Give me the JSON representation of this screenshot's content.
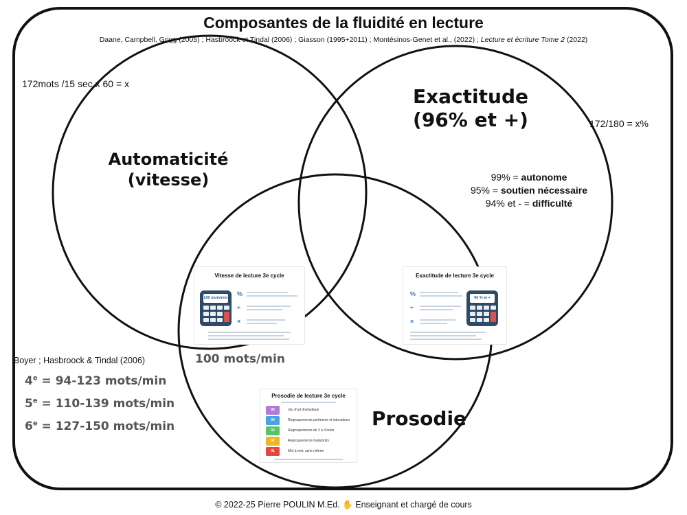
{
  "title": "Composantes de la fluidité en lecture",
  "references": "Daane, Campbell, Grigg (2005) ; Hasbroock et Tindal (2006) ; Giasson (1995+2011) ; Montésinos-Genet et al., (2022) ;",
  "references_book": "Lecture et écriture Tome 2",
  "references_year": " (2022)",
  "formula_speed": "172mots /15 sec x 60 = x",
  "formula_accuracy": "172/180 = x%",
  "circles": {
    "speed_line1": "Automaticité",
    "speed_line2": "(vitesse)",
    "accuracy_line1": "Exactitude",
    "accuracy_line2": "(96% et +)",
    "prosody": "Prosodie"
  },
  "accuracy_levels": [
    {
      "prefix": "99% = ",
      "label": "autonome"
    },
    {
      "prefix": "95% = ",
      "label": "soutien nécessaire"
    },
    {
      "prefix": "94% et - = ",
      "label": "difficulté"
    }
  ],
  "center_value": "100 mots/min",
  "norms_source": "Boyer ; Hasbroock & Tindal (2006)",
  "norms": [
    {
      "grade": "4",
      "sup": "e",
      "rest": " = 94-123 mots/min"
    },
    {
      "grade": "5",
      "sup": "e",
      "rest": " = 110-139 mots/min"
    },
    {
      "grade": "6",
      "sup": "e",
      "rest": " = 127-150 mots/min"
    }
  ],
  "thumb_speed": {
    "title": "Vitesse de lecture 3e cycle",
    "screen": "100 mots/min"
  },
  "thumb_accuracy": {
    "title": "Exactitude de lecture 3e cycle",
    "screen": "96 % et +"
  },
  "thumb_prosody": {
    "title": "Prosodie de lecture 3e cycle",
    "levels": [
      {
        "badge": "05",
        "label": "Jeu d'art dramatique",
        "color": "#b07ad6"
      },
      {
        "badge": "04",
        "label": "Regroupements pertinents et intonations",
        "color": "#4aa3e0"
      },
      {
        "badge": "03",
        "label": "Regroupements de 3 à 4 mots",
        "color": "#5cc26a"
      },
      {
        "badge": "02",
        "label": "Regroupements maladroits",
        "color": "#f0b429"
      },
      {
        "badge": "01",
        "label": "Mot à mot, sans rythme",
        "color": "#e2473f"
      }
    ]
  },
  "footer": "© 2022-25 Pierre POULIN M.Ed.",
  "footer_role": "Enseignant et chargé de cours",
  "icons": [
    "calculator-icon",
    "percent-icon",
    "divide-icon",
    "multiply-icon",
    "hand-icon"
  ]
}
